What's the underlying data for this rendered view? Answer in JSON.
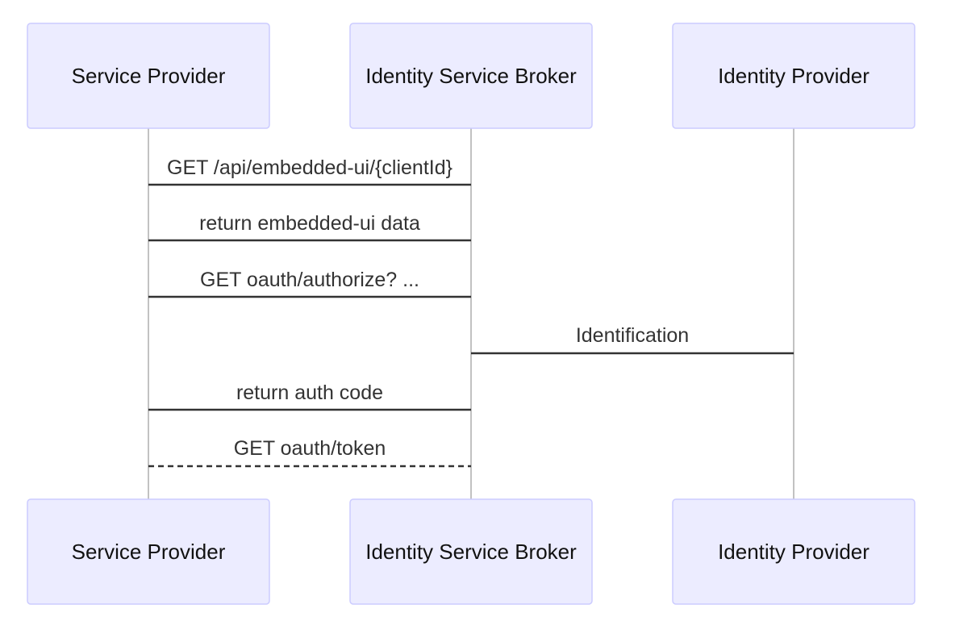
{
  "participants": [
    {
      "id": "sp",
      "label": "Service Provider"
    },
    {
      "id": "isb",
      "label": "Identity Service Broker"
    },
    {
      "id": "idp",
      "label": "Identity Provider"
    }
  ],
  "messages": [
    {
      "from": "sp",
      "to": "isb",
      "label": "GET /api/embedded-ui/{clientId}",
      "style": "solid"
    },
    {
      "from": "sp",
      "to": "isb",
      "label": "return embedded-ui data",
      "style": "solid"
    },
    {
      "from": "sp",
      "to": "isb",
      "label": "GET oauth/authorize? ...",
      "style": "solid"
    },
    {
      "from": "isb",
      "to": "idp",
      "label": "Identification",
      "style": "solid"
    },
    {
      "from": "sp",
      "to": "isb",
      "label": "return auth code",
      "style": "solid"
    },
    {
      "from": "sp",
      "to": "isb",
      "label": "GET oauth/token",
      "style": "dashed"
    }
  ],
  "colors": {
    "actor_fill": "#ECECFF",
    "actor_border": "#CCCCFF",
    "message_line": "#333333",
    "lifeline": "#999999"
  }
}
